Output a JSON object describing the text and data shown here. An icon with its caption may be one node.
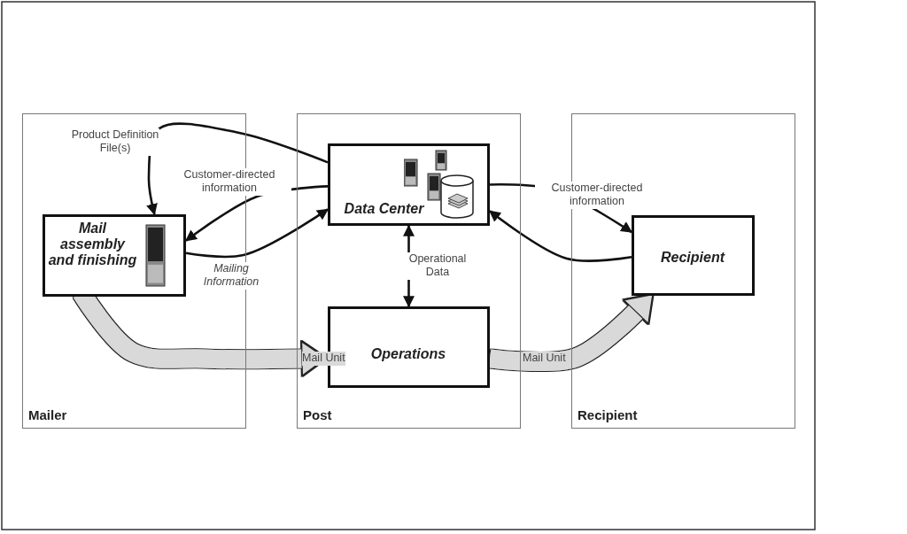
{
  "diagram": {
    "nodes": [
      {
        "text": [
          "Mailer"
        ]
      },
      {
        "text": [
          "Post"
        ]
      },
      {
        "text": [
          "Recipient"
        ]
      },
      {
        "text": [
          "Mail assembly and finishing"
        ],
        "in": 0
      },
      {
        "text": [
          "Data Center"
        ],
        "in": 1
      },
      {
        "text": [
          "Operations"
        ],
        "in": 1
      },
      {
        "text": [
          "Recipient"
        ],
        "in": 2
      }
    ],
    "edges": [
      {
        "from": 4,
        "to": 3,
        "arrow": "to",
        "label": "Product Definition File(s)"
      },
      {
        "from": 4,
        "to": 3,
        "arrow": "to",
        "label": "Customer-directed information"
      },
      {
        "from": 3,
        "to": 4,
        "arrow": "to",
        "label": "Mailing Information"
      },
      {
        "from": 4,
        "to": 5,
        "arrow": "both",
        "label": "Operational Data"
      },
      {
        "from": 4,
        "to": 6,
        "arrow": "to",
        "label": "Customer-directed information"
      },
      {
        "from": 6,
        "to": 4,
        "arrow": "to"
      },
      {
        "from": 3,
        "to": 5,
        "arrow": "to",
        "label": "Mail Unit",
        "style": "thick",
        "color": "#d9d9d9"
      },
      {
        "from": 5,
        "to": 6,
        "arrow": "to",
        "label": "Mail Unit",
        "style": "thick",
        "color": "#d9d9d9"
      }
    ]
  }
}
